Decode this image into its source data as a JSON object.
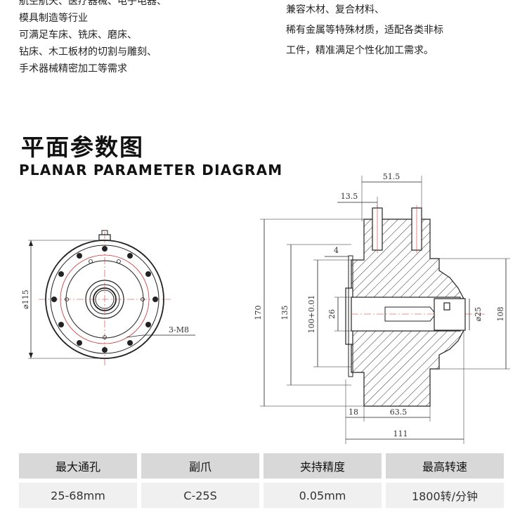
{
  "intro_left": [
    "航空航天、医疗器械、电子电器、",
    "模具制造等行业",
    "可满足车床、铣床、磨床、",
    "钻床、木工板材的切割与雕刻、",
    "手术器械精密加工等需求"
  ],
  "intro_right": [
    "兼容木材、复合材料、",
    "稀有金属等特殊材质，适配各类非标",
    "工件，精准满足个性化加工需求。"
  ],
  "section": {
    "title_cn": "平面参数图",
    "title_en": "PLANAR PARAMETER DIAGRAM"
  },
  "drawing": {
    "front_view": {
      "diameter": "⌀115",
      "thread": "3-M8"
    },
    "side_view": {
      "top_total": "51.5",
      "top_offset": "13.5",
      "step": "4",
      "overall_height": "170",
      "flange": "135",
      "bore": "100+0.01",
      "inner": "26",
      "through_hole": "⌀25",
      "right_height": "108",
      "bottom_a": "18",
      "bottom_b": "63.5",
      "bottom_total": "111"
    }
  },
  "specs": {
    "headers": [
      "最大通孔",
      "副爪",
      "夹持精度",
      "最高转速"
    ],
    "values": [
      "25-68mm",
      "C-25S",
      "0.05mm",
      "1800转/分钟"
    ]
  }
}
